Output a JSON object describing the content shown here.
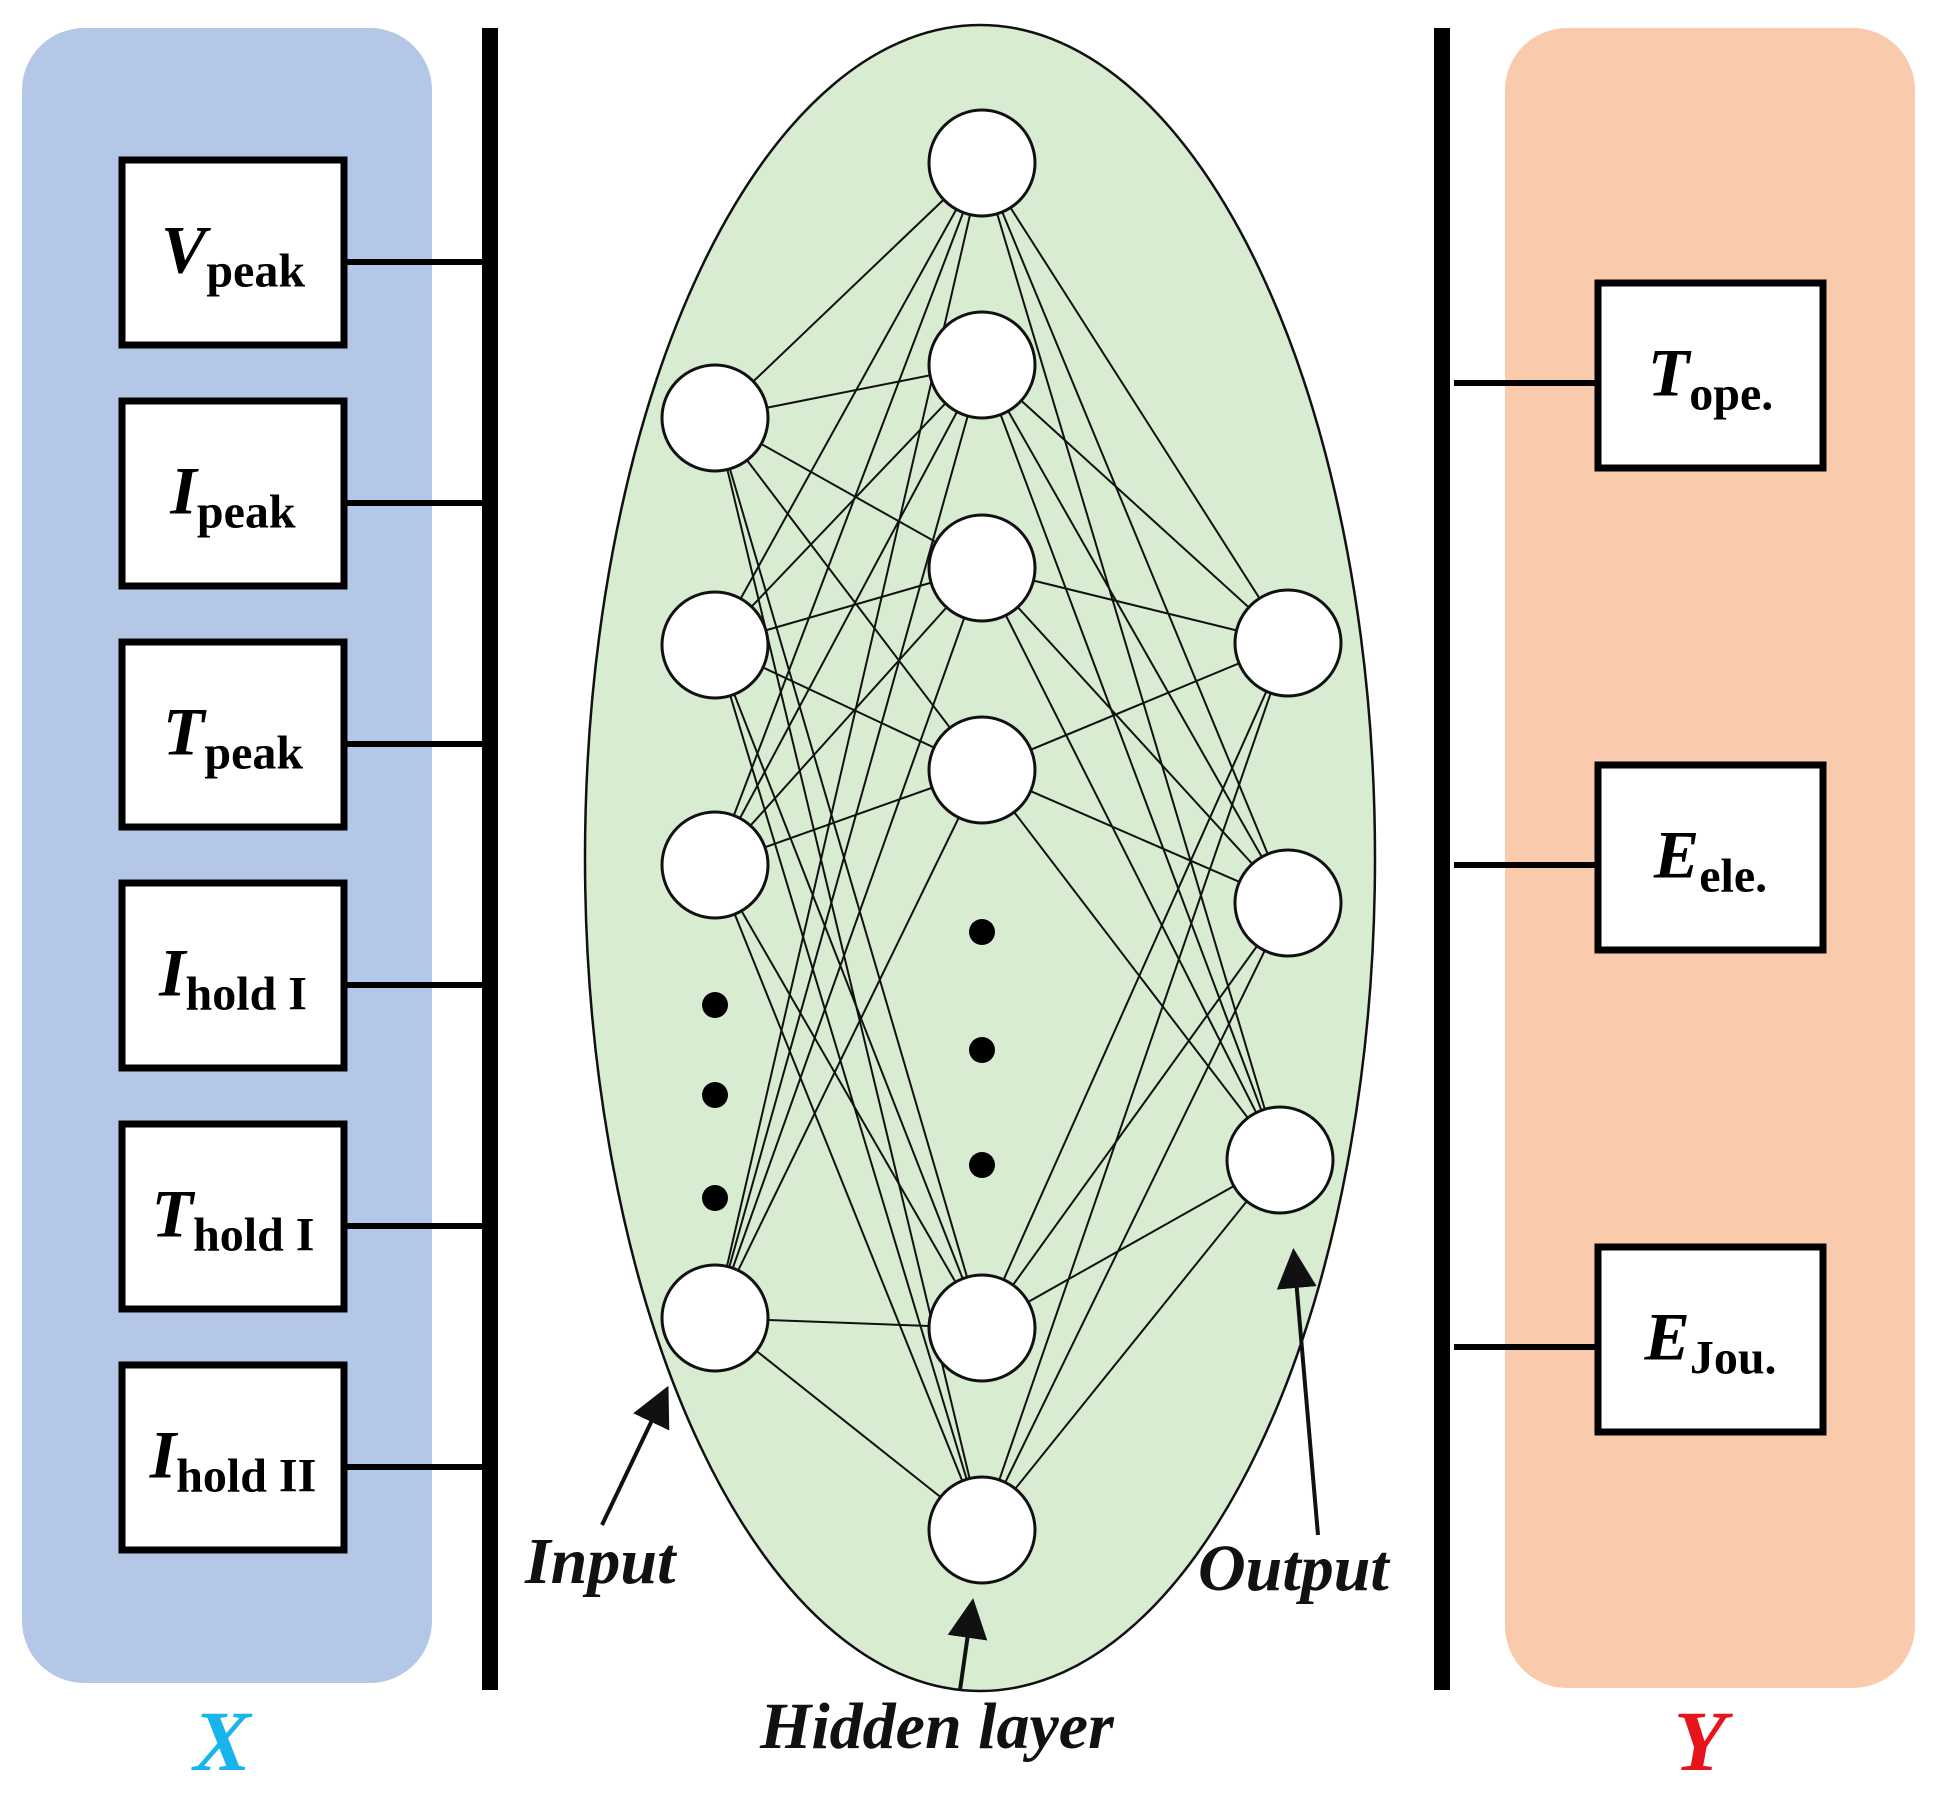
{
  "input_panel": {
    "title": "X",
    "title_color": "#19b4ec",
    "background": "#b4c7e7",
    "variables": [
      {
        "main": "V",
        "sub": "peak"
      },
      {
        "main": "I",
        "sub": "peak"
      },
      {
        "main": "T",
        "sub": "peak"
      },
      {
        "main": "I",
        "sub": "hold I"
      },
      {
        "main": "T",
        "sub": "hold I"
      },
      {
        "main": "I",
        "sub": "hold II"
      }
    ]
  },
  "output_panel": {
    "title": "Y",
    "title_color": "#e8141b",
    "background": "#f9cbac",
    "variables": [
      {
        "main": "T",
        "sub": "ope."
      },
      {
        "main": "E",
        "sub": "ele."
      },
      {
        "main": "E",
        "sub": "Jou."
      }
    ]
  },
  "network": {
    "background": "#d8ecd2",
    "input_label": "Input",
    "hidden_label": "Hidden layer",
    "output_label": "Output"
  }
}
